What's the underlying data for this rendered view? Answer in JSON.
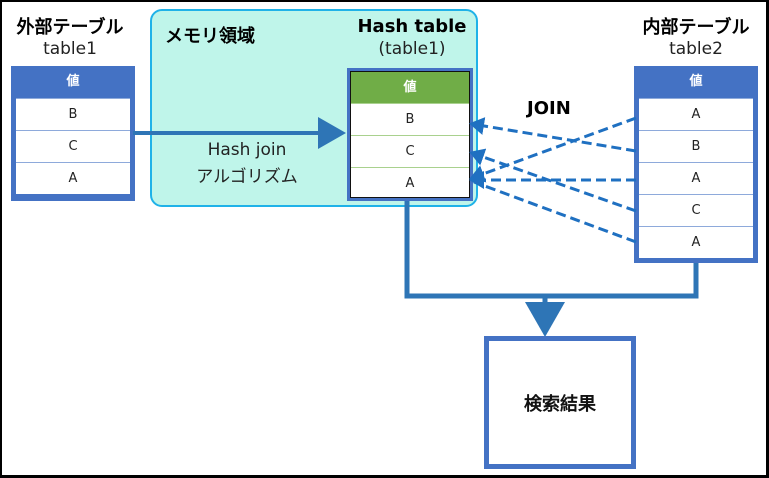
{
  "outer_table": {
    "title": "外部テーブル",
    "name": "table1",
    "header": "値",
    "rows": [
      "B",
      "C",
      "A"
    ]
  },
  "memory_area": {
    "label": "メモリ領域",
    "algorithm_line1": "Hash join",
    "algorithm_line2": "アルゴリズム"
  },
  "hash_table": {
    "title": "Hash table",
    "source": "(table1)",
    "header": "値",
    "rows": [
      "B",
      "C",
      "A"
    ]
  },
  "inner_table": {
    "title": "内部テーブル",
    "name": "table2",
    "header": "値",
    "rows": [
      "A",
      "B",
      "A",
      "C",
      "A"
    ]
  },
  "join_label": "JOIN",
  "result_label": "検索結果",
  "colors": {
    "table_blue": "#4472c4",
    "hash_header_green": "#70ad47",
    "memory_fill": "#bff5ea",
    "memory_border": "#1fb2e8",
    "arrow_blue": "#2e75b6",
    "dashed_blue": "#1f70c1"
  }
}
